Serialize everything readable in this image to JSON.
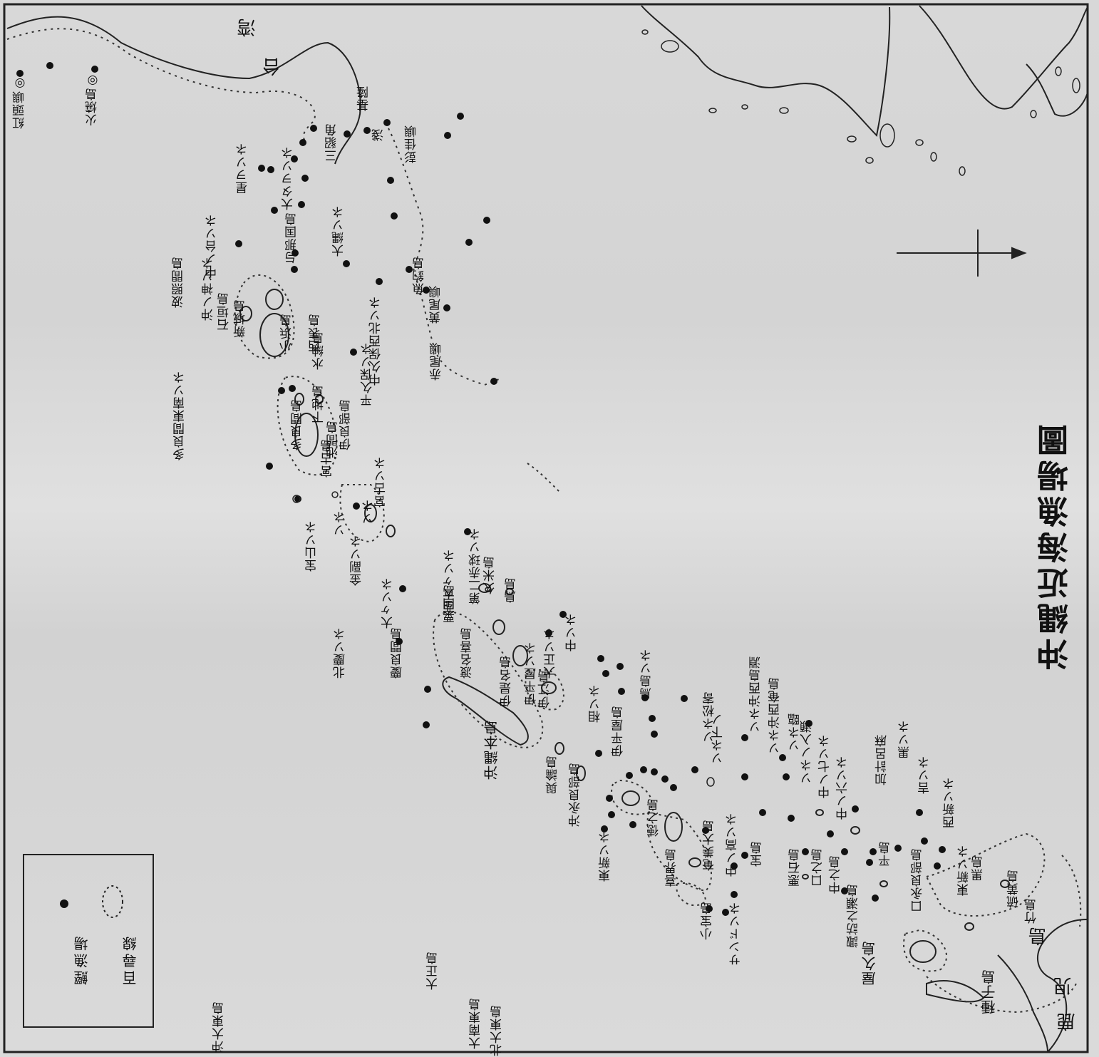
{
  "title": "沖縄近海漁場圖",
  "legend": {
    "line_label": "百尋線",
    "dot_label": "鰹漁場"
  },
  "labels": {
    "taiwan": "台",
    "taiwan_bay": "湾",
    "hoka_sho": "火燒島◎",
    "kotosho": "紅頭嶼◎",
    "kiirun": "基隆",
    "kiirun2": "淺",
    "sansho": "三貂角",
    "sentei_cho": "彭佳嶼",
    "ota_sone": "大タヲソネ",
    "hoshi_sone": "星ヲソネ",
    "yonaguni": "与那国島",
    "naka_sone": "中ノ台ソネ",
    "o_sone": "大縄ソネ",
    "uotsuri": "魚釣島",
    "kubajima": "黄尾嶼",
    "nakakubo": "中久保西北ソネ",
    "hirakubo": "平久保ソネ",
    "sekibi": "赤尾嶼",
    "oki_sone": "沖ノ神ソネ",
    "hateruma": "波照間島",
    "iriomote": "西表島",
    "shin_jo": "新城島",
    "kohama": "小浜島",
    "ishigaki": "石垣島",
    "tarama": "多良間島",
    "tarama_se": "多良間東南ソネ",
    "mizunami": "水納島",
    "shimoji": "下地島",
    "irabu": "伊良部島",
    "ikema": "池間島",
    "miyako": "宮古島",
    "miyako_s": "宮古ソネ",
    "sone_a": "ソネ",
    "sone_b": "ソネ",
    "hoyama": "宝山ソネ",
    "daini": "第二赤球ソネ",
    "kamifuku": "金副ソネ",
    "nishi_okuri": "西大ヶソネ",
    "kumejima": "久米島",
    "tori": "鳥島",
    "o_okuri": "大ヶソネ",
    "aguni": "粟国島",
    "tonaki": "渡名喜島",
    "kerama": "慶良間島",
    "kitakushi": "北慶ソネ",
    "nakasone2": "中ソネ",
    "osoe": "大正ソネ",
    "iheya_sone": "伊平屋ソネ",
    "izena": "伊是名島",
    "iheya": "伊平屋島",
    "aso": "相ソネ",
    "tori_sone": "鳥島ソネ",
    "iheya2": "伊江島",
    "okinawa": "沖縄本島",
    "oki_sho": "沖ノ小島",
    "yoron": "與論島",
    "okinoerabu": "沖永良部島",
    "tokuno": "徳之島",
    "tokuno_e": "東新ソネ",
    "kanan": "加計呂麻",
    "okinawa_west": "ソネ沖西奄島",
    "shio": "奄美大島",
    "kikai": "喜界島",
    "amami_n": "中ノ高ソネ",
    "sanomori": "サンドソネ",
    "takara": "宝島",
    "kodakara": "小宝島",
    "akuseki": "悪石島",
    "kuchinoshima": "口之島",
    "nakanoshima": "中之島",
    "suwanose": "諏訪之瀬島",
    "taira": "平島",
    "yakushima": "屋久島",
    "kuchinoerabu": "口永良部島",
    "tanegashima": "種子島",
    "iwo": "硫黄島",
    "kuro": "黒島",
    "take": "竹島",
    "satsunan": "東新ソネ",
    "nishi_shin": "西新ソネ",
    "yoshi": "吉ソネ",
    "kurosone": "黒ソネ",
    "kagoshima": "鹿",
    "kagoshima2": "児",
    "shima": "島",
    "kita_daito": "北大東島",
    "minami_daito": "大南東島",
    "oki_daito": "沖大東島",
    "taisho": "大正島",
    "rinsone": "ソネ臨",
    "kamome": "ソネ下ノ",
    "matsu": "ソネ松寄",
    "minami_nishi": "ソネ沖西島淵",
    "iri": "ソネノ入瀬",
    "shichi": "中ノ七ソネ",
    "roku": "中ノ六ソネ"
  }
}
